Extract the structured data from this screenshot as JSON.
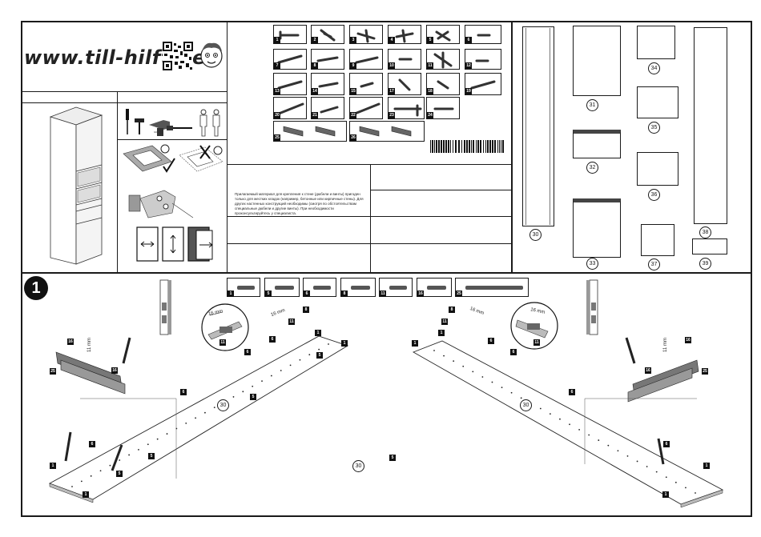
{
  "header": {
    "website": "www.till-hilft.de",
    "warning_text": "Прилагаемый материал для крепления к стене (дюбели и винты) пригоден только для жестких кладок (например, бетонные или кирпичные стены). Для других настенных конструкций необходимы (смотря по обстоятельствам специальные дюбели и другие винты). При необходимости проконсультируйтесь у специалиста."
  },
  "hardware_parts": [
    {
      "id": "1"
    },
    {
      "id": "2"
    },
    {
      "id": "3"
    },
    {
      "id": "4"
    },
    {
      "id": "5"
    },
    {
      "id": "6"
    },
    {
      "id": "7"
    },
    {
      "id": "8"
    },
    {
      "id": "9"
    },
    {
      "id": "10"
    },
    {
      "id": "11"
    },
    {
      "id": "12"
    },
    {
      "id": "13"
    },
    {
      "id": "14"
    },
    {
      "id": "15"
    },
    {
      "id": "17"
    },
    {
      "id": "18"
    },
    {
      "id": "19"
    },
    {
      "id": "20"
    },
    {
      "id": "21"
    },
    {
      "id": "22"
    },
    {
      "id": "23"
    },
    {
      "id": "24"
    },
    {
      "id": "25"
    },
    {
      "id": "26"
    }
  ],
  "panels": [
    {
      "id": "30"
    },
    {
      "id": "31"
    },
    {
      "id": "32"
    },
    {
      "id": "33"
    },
    {
      "id": "34"
    },
    {
      "id": "35"
    },
    {
      "id": "36"
    },
    {
      "id": "37"
    },
    {
      "id": "38"
    },
    {
      "id": "39"
    }
  ],
  "step1": {
    "number": "1",
    "parts_strip": [
      "1",
      "5",
      "6",
      "8",
      "11",
      "16",
      "25"
    ],
    "dim_16mm": "16 mm",
    "dim_11mm": "11 mm",
    "labels": {
      "n1": "1",
      "n5": "5",
      "n6": "6",
      "n8": "8",
      "n11": "11",
      "n16": "16",
      "n25": "25",
      "p30": "30"
    }
  },
  "colors": {
    "ink": "#1a1a1a",
    "paper": "#ffffff",
    "shade": "#9a9a9a"
  }
}
